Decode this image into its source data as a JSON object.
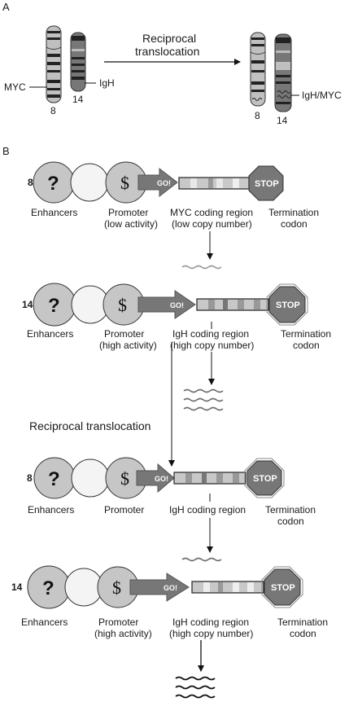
{
  "panel_a": {
    "label": "A",
    "arrow_caption_1": "Reciprocal",
    "arrow_caption_2": "translocation",
    "chr8_label": "8",
    "chr14_label": "14",
    "chr8b_label": "8",
    "chr14b_label": "14",
    "myc_label": "MYC",
    "igh_label": "IgH",
    "fusion_label": "IgH/MYC"
  },
  "panel_b": {
    "label": "B",
    "translocation_heading": "Reciprocal translocation",
    "rows": [
      {
        "chromosome": "8",
        "go": "GO!",
        "stop": "STOP",
        "enhancers": "Enhancers",
        "promoter_1": "Promoter",
        "promoter_2": "(low activity)",
        "coding_1": "MYC coding region",
        "coding_2": "(low copy number)",
        "term_1": "Termination",
        "term_2": "codon"
      },
      {
        "chromosome": "14",
        "go": "GO!",
        "stop": "STOP",
        "enhancers": "Enhancers",
        "promoter_1": "Promoter",
        "promoter_2": "(high activity)",
        "coding_1": "IgH coding region",
        "coding_2": "(high copy number)",
        "term_1": "Termination",
        "term_2": "codon"
      },
      {
        "chromosome": "8",
        "go": "GO!",
        "stop": "STOP",
        "enhancers": "Enhancers",
        "promoter_1": "Promoter",
        "promoter_2": "",
        "coding_1": "IgH coding region",
        "coding_2": "",
        "term_1": "Termination",
        "term_2": "codon"
      },
      {
        "chromosome": "14",
        "go": "GO!",
        "stop": "STOP",
        "enhancers": "Enhancers",
        "promoter_1": "Promoter",
        "promoter_2": "(high activity)",
        "coding_1": "IgH coding region",
        "coding_2": "(high copy number)",
        "term_1": "Termination",
        "term_2": "codon"
      }
    ]
  },
  "symbols": {
    "enhancer_symbol": "?",
    "promoter_symbol": "$"
  },
  "colors": {
    "dark_gray": "#6e6e6e",
    "mid_gray": "#b8b8b8",
    "light_gray": "#f2f2f2",
    "circle_fill": "#c6c6c6",
    "stop_fill": "#777777"
  }
}
